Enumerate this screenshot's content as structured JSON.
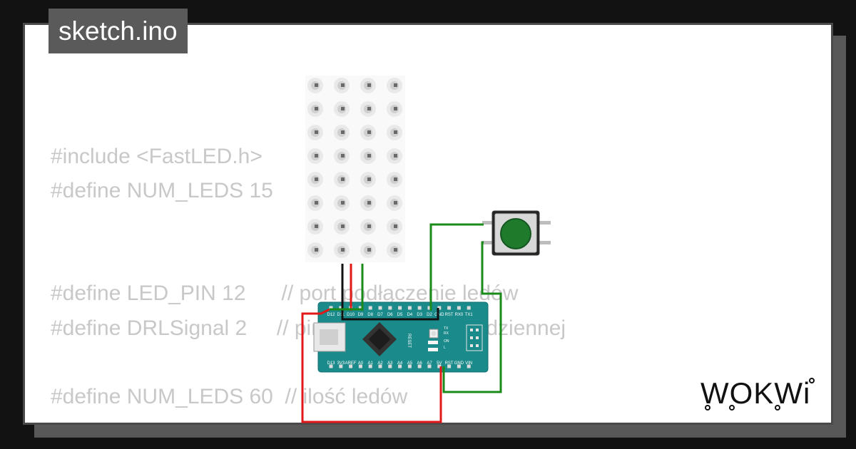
{
  "title": "sketch.ino",
  "code_lines": [
    "#include <FastLED.h>",
    "#define NUM_LEDS 15",
    "#define LED_PIN 12      // port podłączenie ledów",
    "#define DRLSignal 2     // pin świateł do jazdy dziennej",
    "#define NUM_LEDS 60  // ilość ledów"
  ],
  "board": {
    "top_pins": [
      "D12",
      "D11",
      "D10",
      "D9",
      "D8",
      "D7",
      "D6",
      "D5",
      "D4",
      "D3",
      "D2",
      "GND",
      "RST",
      "RX0",
      "TX1"
    ],
    "bottom_pins": [
      "D13",
      "3V3",
      "AREF",
      "A0",
      "A1",
      "A2",
      "A3",
      "A4",
      "A5",
      "A6",
      "A7",
      "5V",
      "RST",
      "GND",
      "VIN"
    ],
    "reset_label": "RESET",
    "led_labels": [
      "TX",
      "RX",
      "ON",
      "L"
    ]
  },
  "logo": {
    "text": "WOKWi"
  },
  "colors": {
    "wire_red": "#e01818",
    "wire_green": "#1a8a1a",
    "wire_black": "#111111",
    "board": "#1a8a8a",
    "button": "#1f7a2c"
  }
}
